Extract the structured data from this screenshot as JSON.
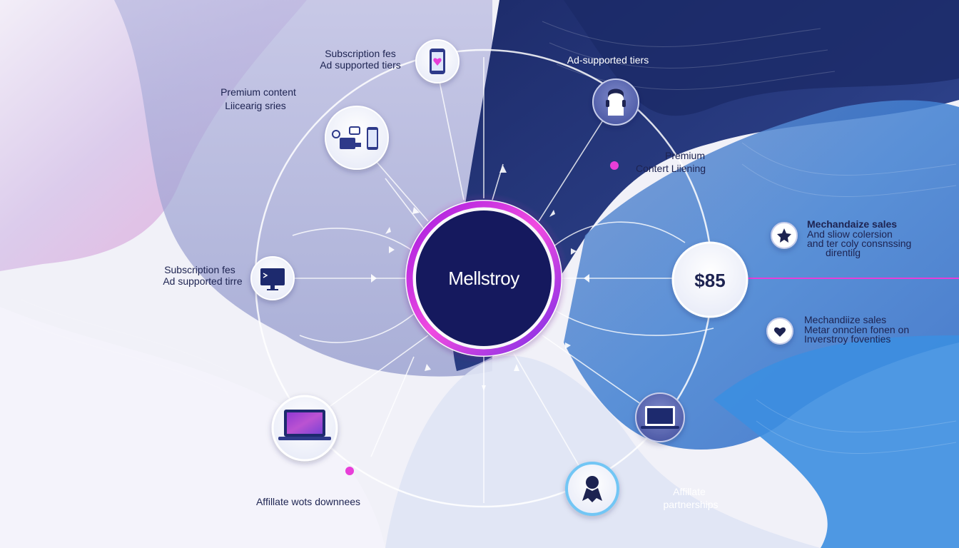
{
  "center": {
    "label": "Mellstroy"
  },
  "price_node": {
    "value": "$85"
  },
  "labels": {
    "top_center": [
      "Subscription fes",
      "Ad supported tiers"
    ],
    "top_left": [
      "Premium content",
      "Liicearig sries"
    ],
    "top_right": [
      "Ad-supported tiers"
    ],
    "right_upper": [
      "Premium",
      "Contert Liiening"
    ],
    "left_middle": [
      "Subscription fes",
      "Ad supported tirre"
    ],
    "right_merch_1": [
      "Mechandaize sales",
      "And sliow colersion",
      "and ter coly consnssing",
      "direntilg"
    ],
    "right_merch_2": [
      "Mechandiize sales",
      "Metar onnclen fonen on",
      "Inverstroy foventies"
    ],
    "bottom_left": [
      "Affillate wots downnees"
    ],
    "bottom_right": [
      "Affillate",
      "partnerships"
    ]
  },
  "icons": {
    "top_center_node": "phone-heart-icon",
    "upper_left_node": "devices-icon",
    "top_right_node": "person-head-icon",
    "left_node": "monitor-icon",
    "lower_left_node": "laptop-icon",
    "lower_right_node": "laptop-icon",
    "bottom_node": "award-ribbon-icon",
    "merch_1": "star-badge-icon",
    "merch_2": "heart-badge-icon"
  },
  "colors": {
    "center_fill": "#15195e",
    "center_ring": "#d126e0",
    "accent_pink": "#e83ed8",
    "dark_bg": "#2a3a7c",
    "blue_bg": "#3d7fd0",
    "light_bg": "#eef0f8"
  }
}
